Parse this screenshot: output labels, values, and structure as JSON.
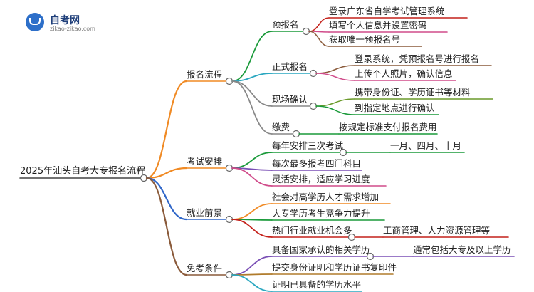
{
  "logo": {
    "name": "自考网",
    "url": "zikao-zikao.com"
  },
  "root": "2025年汕头自考大专报名流程",
  "branches": {
    "b1": {
      "label": "报名流程",
      "children": {
        "b1a": {
          "label": "预报名",
          "leaves": [
            "登录广东省自学考试管理系统",
            "填写个人信息并设置密码",
            "获取唯一预报名号"
          ]
        },
        "b1b": {
          "label": "正式报名",
          "leaves": [
            "登录系统，凭预报名号进行报名",
            "上传个人照片，确认信息"
          ]
        },
        "b1c": {
          "label": "现场确认",
          "leaves": [
            "携带身份证、学历证书等材料",
            "到指定地点进行确认"
          ]
        },
        "b1d": {
          "label": "缴费",
          "leaves": [
            "按规定标准支付报名费用"
          ]
        }
      }
    },
    "b2": {
      "label": "考试安排",
      "items": [
        "每年安排三次考试",
        "每次最多报考四门科目",
        "灵活安排，适应学习进度"
      ],
      "sub": "一月、四月、十月"
    },
    "b3": {
      "label": "就业前景",
      "items": [
        "社会对高学历人才需求增加",
        "大专学历考生竞争力提升",
        "热门行业就业机会多"
      ],
      "sub": "工商管理、人力资源管理等"
    },
    "b4": {
      "label": "免考条件",
      "items": [
        "具备国家承认的相关学历",
        "提交身份证明和学历证书复印件",
        "证明已具备的学历水平"
      ],
      "sub": "通常包括大专及以上学历"
    }
  }
}
